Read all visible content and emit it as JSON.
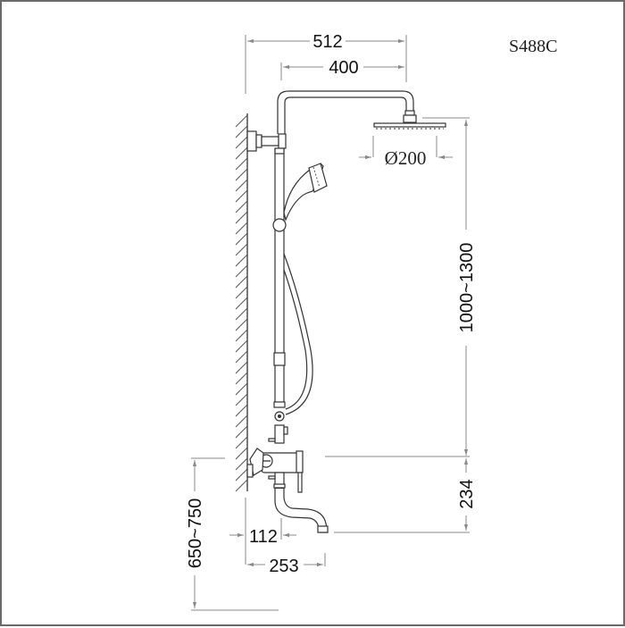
{
  "drawing": {
    "model_code": "S488C",
    "title": "Shower column technical dimension drawing",
    "dimensions": {
      "overall_arm_width": "512",
      "arm_reach": "400",
      "head_diameter": "Ø200",
      "head_height_range": "1000~1300",
      "spout_to_mixer": "234",
      "mixer_height_range": "650~750",
      "wall_to_column": "112",
      "wall_to_spout": "253"
    },
    "components": [
      "wall",
      "riser-pipe",
      "overhead-arm",
      "rain-shower-head",
      "hand-shower",
      "shower-hose",
      "slide-bracket",
      "diverter",
      "mixer-valve",
      "handle",
      "bath-spout"
    ],
    "colors": {
      "outline": "#333333",
      "dimension_line": "#8a8a8a",
      "border": "#6a6a6a",
      "background": "#ffffff"
    }
  }
}
